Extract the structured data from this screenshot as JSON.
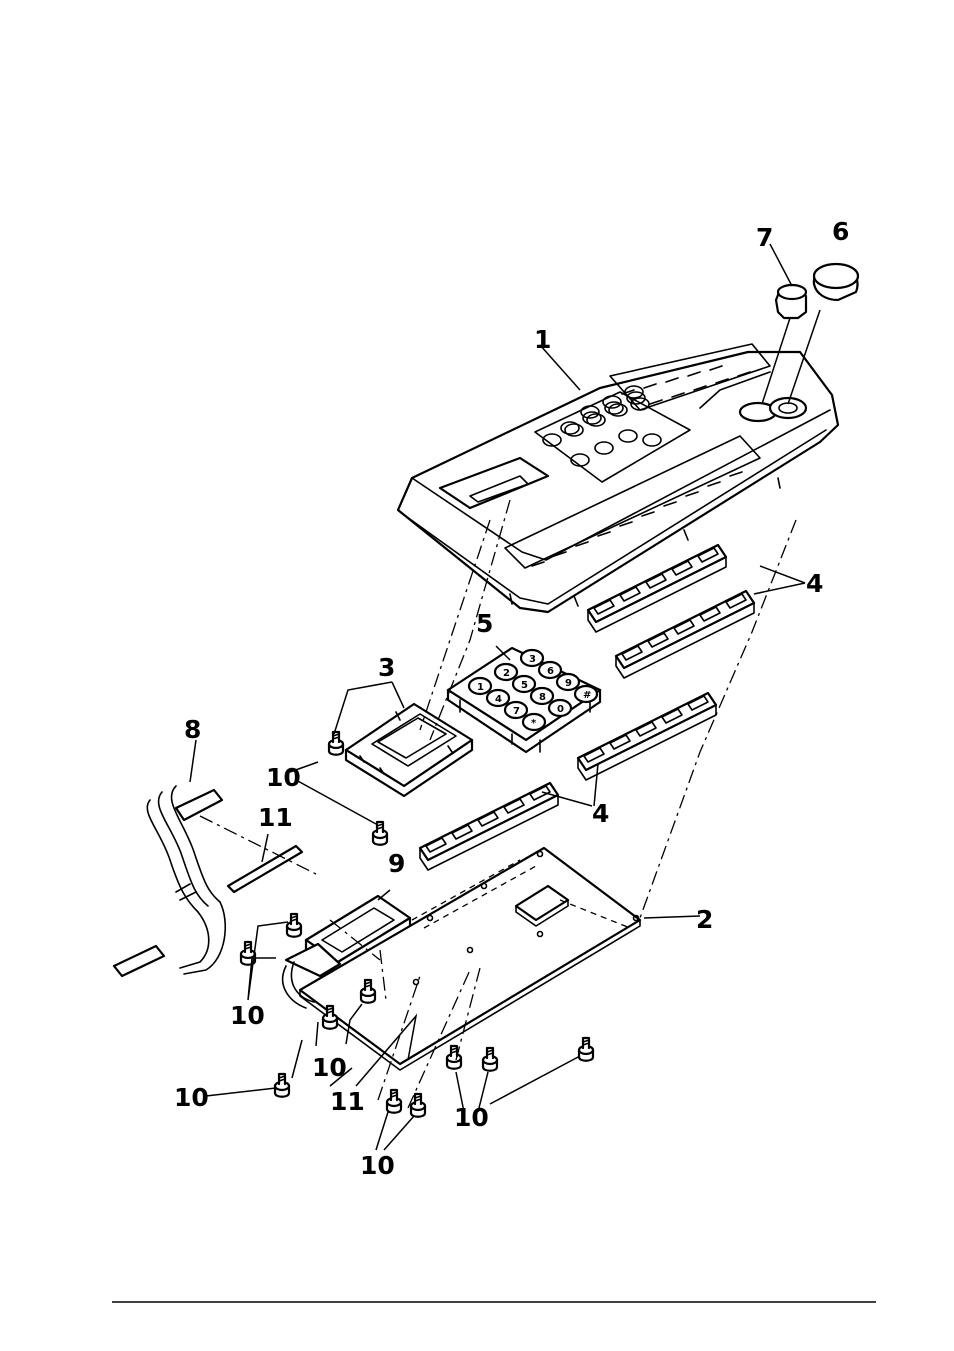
{
  "callouts": [
    {
      "id": "c1",
      "label": "1"
    },
    {
      "id": "c2",
      "label": "2"
    },
    {
      "id": "c3",
      "label": "3"
    },
    {
      "id": "c4a",
      "label": "4"
    },
    {
      "id": "c4b",
      "label": "4"
    },
    {
      "id": "c5",
      "label": "5"
    },
    {
      "id": "c6",
      "label": "6"
    },
    {
      "id": "c7",
      "label": "7"
    },
    {
      "id": "c8",
      "label": "8"
    },
    {
      "id": "c9",
      "label": "9"
    },
    {
      "id": "c10a",
      "label": "10"
    },
    {
      "id": "c10b",
      "label": "10"
    },
    {
      "id": "c10c",
      "label": "10"
    },
    {
      "id": "c10d",
      "label": "10"
    },
    {
      "id": "c10e",
      "label": "10"
    },
    {
      "id": "c10f",
      "label": "10"
    },
    {
      "id": "c11a",
      "label": "11"
    },
    {
      "id": "c11b",
      "label": "11"
    }
  ],
  "keypad_keys": [
    "1",
    "2",
    "3",
    "4",
    "5",
    "6",
    "7",
    "8",
    "9",
    "*",
    "0",
    "#"
  ],
  "colors": {
    "ink": "#000000",
    "paper": "#ffffff"
  }
}
